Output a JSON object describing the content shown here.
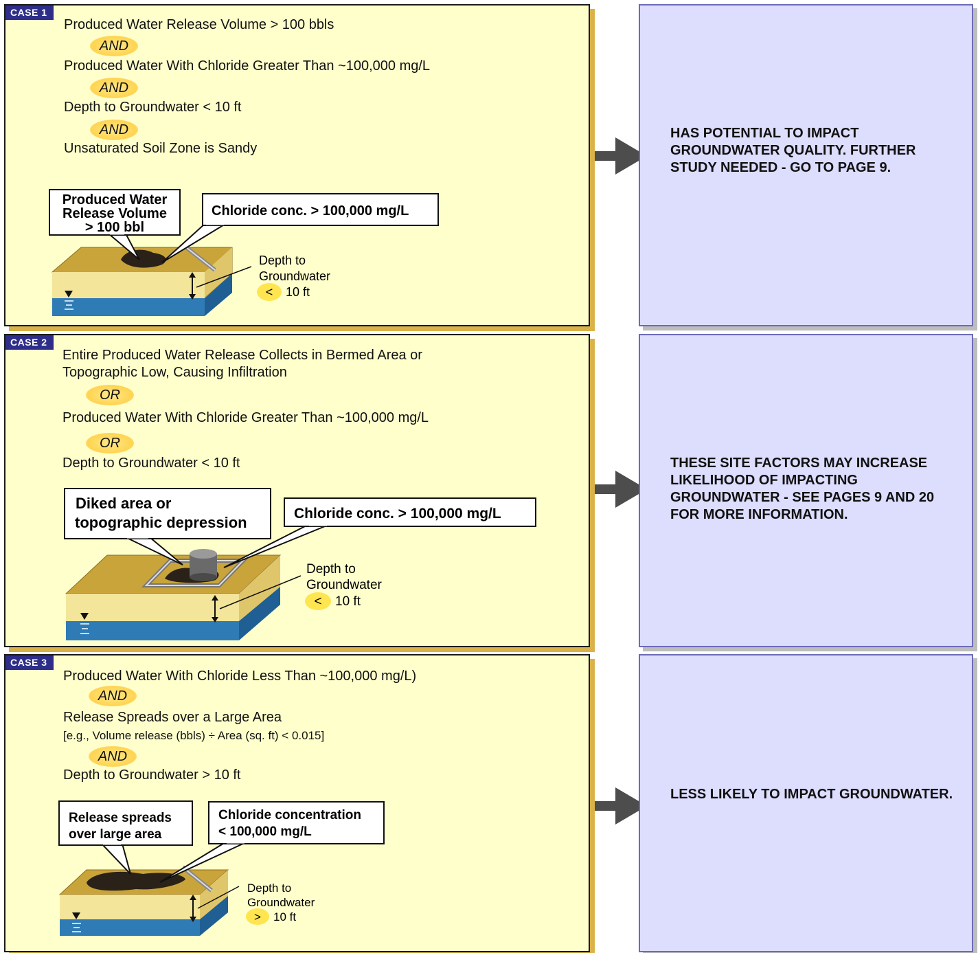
{
  "case1": {
    "tag": "CASE  1",
    "conditions": [
      "Produced Water Release Volume > 100 bbls",
      "Produced Water With Chloride Greater Than  ~100,000 mg/L",
      "Depth to Groundwater < 10 ft",
      "Unsaturated Soil Zone is Sandy"
    ],
    "connector": "AND",
    "callout_volume": [
      "Produced Water",
      "Release Volume",
      "> 100 bbl"
    ],
    "callout_chloride": "Chloride conc. > 100,000 mg/L",
    "depth_label": [
      "Depth to",
      "Groundwater"
    ],
    "depth_symbol": "<",
    "depth_value": "10 ft",
    "result": "HAS POTENTIAL TO IMPACT GROUNDWATER QUALITY.  FURTHER STUDY NEEDED  -  GO TO PAGE 9."
  },
  "case2": {
    "tag": "CASE  2",
    "conditions": [
      "Entire Produced Water Release Collects in Bermed Area or",
      "Topographic Low, Causing Infiltration",
      "Produced Water With Chloride Greater Than  ~100,000 mg/L",
      "Depth to Groundwater < 10 ft"
    ],
    "connector": "OR",
    "callout_diked": [
      "Diked area or",
      "topographic depression"
    ],
    "callout_chloride": "Chloride conc. > 100,000 mg/L",
    "depth_label": [
      "Depth to",
      "Groundwater"
    ],
    "depth_symbol": "<",
    "depth_value": "10 ft",
    "result": "THESE SITE FACTORS MAY INCREASE LIKELIHOOD OF IMPACTING GROUNDWATER  -  SEE PAGES 9 AND 20 FOR MORE INFORMATION."
  },
  "case3": {
    "tag": "CASE  3",
    "conditions": [
      "Produced Water With Chloride Less Than  ~100,000 mg/L)",
      "Release Spreads over a Large Area",
      "[e.g., Volume release (bbls)  ÷ Area (sq. ft) < 0.015]",
      "Depth to Groundwater > 10 ft"
    ],
    "connector": "AND",
    "callout_spread": [
      "Release spreads",
      "over large area"
    ],
    "callout_chloride": [
      "Chloride concentration",
      "< 100,000 mg/L"
    ],
    "depth_label": [
      "Depth to",
      "Groundwater"
    ],
    "depth_symbol": ">",
    "depth_value": "10 ft",
    "result": "LESS LIKELY TO  IMPACT GROUNDWATER."
  },
  "colors": {
    "case_bg": "#ffffcc",
    "case_shadow": "#d9b24a",
    "tag_bg": "#2e2e8a",
    "result_bg": "#ddddfe",
    "result_border": "#6b6bb8",
    "arrow": "#4d4d4d",
    "soil_top": "#c9a43a",
    "soil_side": "#f3e59a",
    "water": "#2f7bb5"
  }
}
